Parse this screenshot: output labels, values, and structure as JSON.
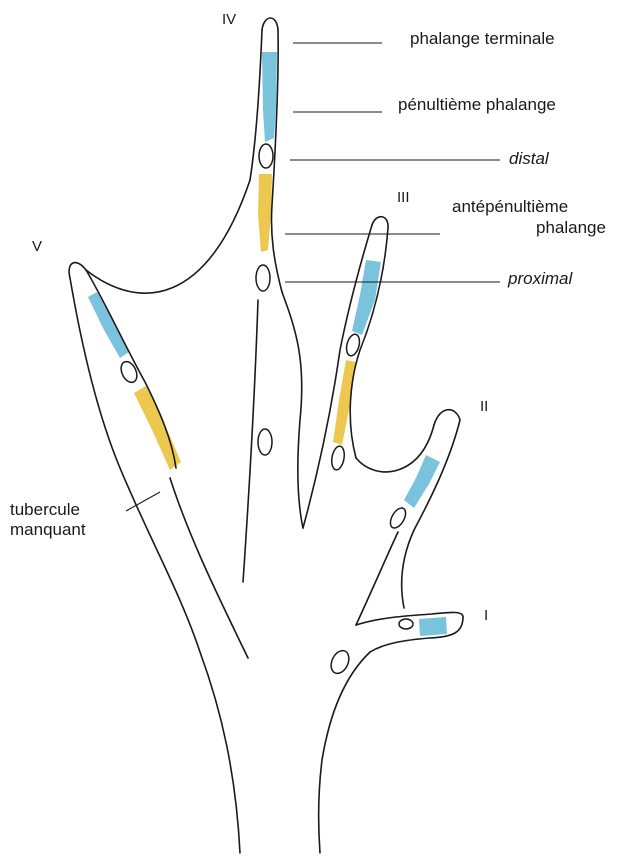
{
  "colors": {
    "paper": "#ffffff",
    "ink": "#1a1a1a",
    "phalange_blue": "#79c3dd",
    "phalange_yellow": "#ecc94e"
  },
  "digits": {
    "I": "I",
    "II": "II",
    "III": "III",
    "IV": "IV",
    "V": "V"
  },
  "labels": {
    "phalange_terminale": "phalange terminale",
    "penultieme_phalange": "pénultième phalange",
    "distal": "distal",
    "antepenultieme_line1": "antépénultième",
    "antepenultieme_line2": "phalange",
    "proximal": "proximal",
    "tubercule_line1": "tubercule",
    "tubercule_line2": "manquant"
  }
}
